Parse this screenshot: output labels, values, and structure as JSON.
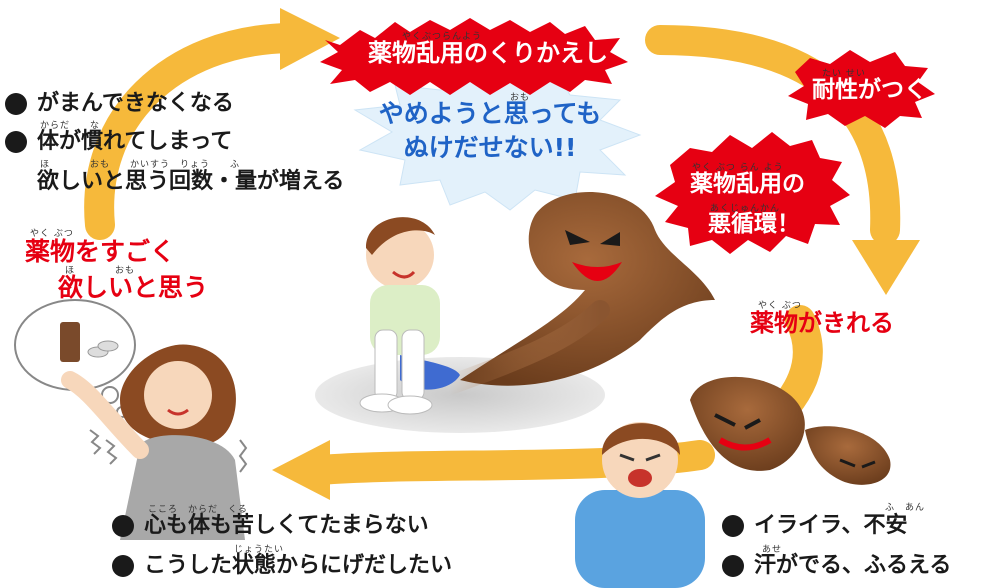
{
  "cycle": {
    "title": "薬物乱用のくりかえし",
    "title_ruby": "やくぶつらんよう",
    "cannot_quit": [
      "やめようと思っても",
      "ぬけだせない!!"
    ],
    "cannot_quit_ruby": "おも",
    "tolerance": "耐性がつく",
    "tolerance_ruby": "たい せい",
    "vicious_line1": "薬物乱用の",
    "vicious_line1_ruby": "やく ぶつ らん よう",
    "vicious_line2": "悪循環！",
    "vicious_line2_ruby": "あくじゅんかん",
    "wears_off": "薬物がきれる",
    "wears_off_ruby": "やく ぶつ",
    "crave_line1": "薬物をすごく",
    "crave_line1_ruby": "やく ぶつ",
    "crave_line2": "欲しいと思う",
    "crave_line2_ruby": "ほ　　　　おも"
  },
  "left_list": {
    "items": [
      "がまんできなくなる",
      "体が慣れてしまって"
    ],
    "continuation": "欲しいと思う回数・量が増える",
    "ruby_item2": "からだ　　な",
    "ruby_continuation": "ほ　　　　おも　　かいすう　りょう　　ふ"
  },
  "bottom_list": {
    "items": [
      "心も体も苦しくてたまらない",
      "こうした状態からにげだしたい"
    ],
    "ruby_item1": "こころ　からだ　くる",
    "ruby_item2": "じょうたい"
  },
  "right_list": {
    "items": [
      "イライラ、不安",
      "汗がでる、ふるえる"
    ],
    "ruby_item1": "ふ　あん",
    "ruby_item2": "あせ"
  },
  "colors": {
    "arrow": "#f6b93b",
    "burst_red": "#e60012",
    "burst_blue": "#e3f1fb",
    "text_blue": "#1f63c6",
    "ghost": "#8a5530"
  }
}
